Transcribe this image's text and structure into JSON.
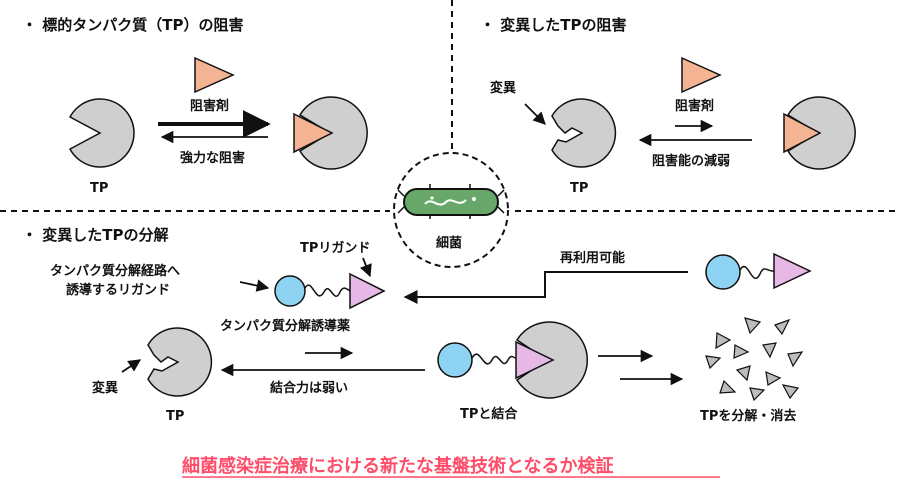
{
  "colors": {
    "pacman": "#cfcfcf",
    "inhibitor": "#f4b393",
    "ligand_blue": "#8fd3f2",
    "ligand_pink": "#e7b7e6",
    "bacterium": "#67a86a",
    "accent_red": "#ff4d6a",
    "fragments": "#bdbdbd"
  },
  "panel_top_left": {
    "title": "・ 標的タンパク質（TP）の阻害",
    "inhibitor_label": "阻害剤",
    "strong_label": "強力な阻害",
    "tp_label": "TP"
  },
  "panel_top_right": {
    "title": "・ 変異したTPの阻害",
    "mutation_label": "変異",
    "inhibitor_label": "阻害剤",
    "reduced_label": "阻害能の減弱",
    "tp_label": "TP"
  },
  "bacterium": {
    "label": "細菌"
  },
  "panel_bottom": {
    "title": "・ 変異したTPの分解",
    "tp_ligand_label": "TPリガンド",
    "pathway_ligand_label_1": "タンパク質分解経路へ",
    "pathway_ligand_label_2": "誘導するリガンド",
    "reusable_label": "再利用可能",
    "inducer_label": "タンパク質分解誘導薬",
    "mutation_label": "変異",
    "weak_binding_label": "結合力は弱い",
    "tp_label": "TP",
    "binding_label": "TPと結合",
    "degradation_label": "TPを分解・消去"
  },
  "footer": {
    "conclusion": "細菌感染症治療における新たな基盤技術となるか検証"
  }
}
